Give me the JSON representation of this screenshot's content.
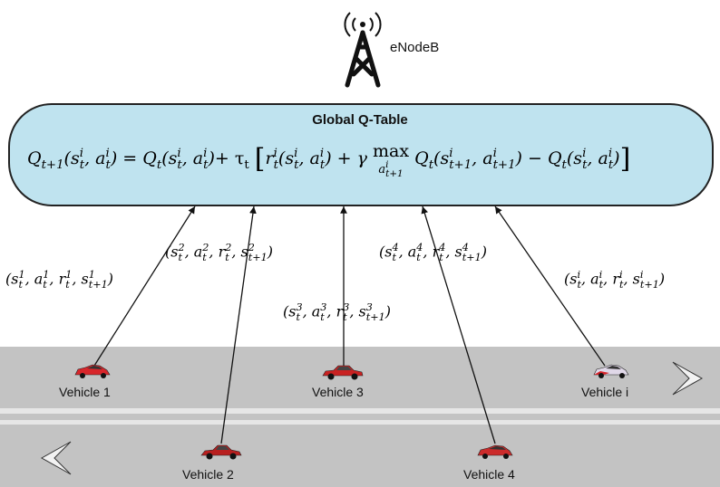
{
  "antenna": {
    "label": "eNodeB"
  },
  "qtable": {
    "title": "Global Q-Table",
    "equation": {
      "lhs": "Q_{t+1}(s_t^i, a_t^i)",
      "eq": "=",
      "rhs_a": "Q_t(s_t^i, a_t^i)",
      "plus": "+",
      "tau": "τ_t",
      "bracket_body": "r_t^i(s_t^i, a_t^i) + γ max_{a_{t+1}^i} Q_t(s_{t+1}^i, a_{t+1}^i) − Q_t(s_t^i, a_t^i)"
    }
  },
  "tuples": [
    "(s_t^1, a_t^1, r_t^1, s_{t+1}^1)",
    "(s_t^2, a_t^2, r_t^2, s_{t+1}^2)",
    "(s_t^3, a_t^3, r_t^3, s_{t+1}^3)",
    "(s_t^4, a_t^4, r_t^4, s_{t+1}^4)",
    "(s_t^i, a_t^i, r_t^i, s_{t+1}^i)"
  ],
  "vehicles": [
    {
      "label": "Vehicle 1",
      "color": "#d8262b"
    },
    {
      "label": "Vehicle 2",
      "color": "#b81f1f"
    },
    {
      "label": "Vehicle 3",
      "color": "#c92222"
    },
    {
      "label": "Vehicle 4",
      "color": "#cc2b2b"
    },
    {
      "label": "Vehicle i",
      "color": "#e0d8e8"
    }
  ],
  "colors": {
    "qtable_fill": "#bfe3ef",
    "lane": "#c3c3c3",
    "divider": "#e6e6e6"
  }
}
